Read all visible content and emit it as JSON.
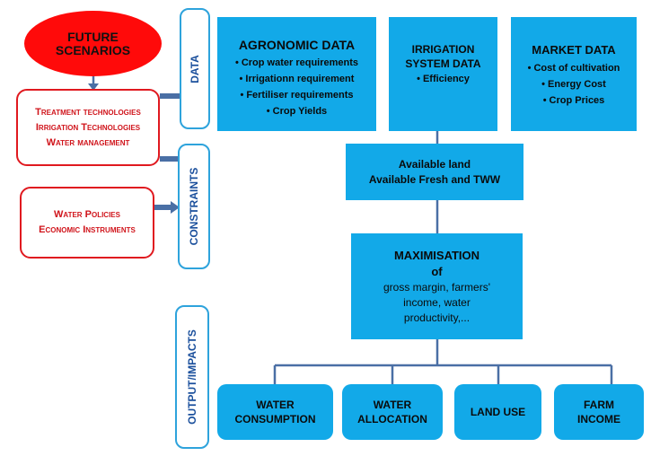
{
  "future": {
    "line1": "FUTURE",
    "line2": "SCENARIOS"
  },
  "scenario_boxes": [
    {
      "lines": [
        "Treatment technologies",
        "Irrigation Technologies",
        "Water management"
      ]
    },
    {
      "lines": [
        "Water Policies",
        "Economic Instruments"
      ]
    }
  ],
  "side_labels": {
    "data": "DATA",
    "constraints": "CONSTRAINTS",
    "output": "OUTPUT/IMPACTS"
  },
  "agronomic": {
    "title": "AGRONOMIC DATA",
    "items": [
      "Crop water requirements",
      "Irrigationn requirement",
      "Fertiliser requirements",
      "Crop Yields"
    ]
  },
  "irrigation": {
    "title_line1": "IRRIGATION",
    "title_line2": "SYSTEM DATA",
    "items": [
      "Efficiency"
    ]
  },
  "market": {
    "title": "MARKET DATA",
    "items": [
      "Cost of cultivation",
      "Energy Cost",
      "Crop Prices"
    ]
  },
  "available": {
    "line1": "Available land",
    "line2": "Available Fresh and TWW"
  },
  "maximisation": {
    "title": "MAXIMISATION",
    "line_of": "of",
    "lines": [
      "gross margin, farmers'",
      "income, water",
      "productivity,..."
    ]
  },
  "outputs": [
    {
      "line1": "WATER",
      "line2": "CONSUMPTION"
    },
    {
      "line1": "WATER",
      "line2": "ALLOCATION"
    },
    {
      "line1": "LAND USE",
      "line2": ""
    },
    {
      "line1": "FARM",
      "line2": "INCOME"
    }
  ],
  "colors": {
    "box_blue": "#12a9e8",
    "red": "#e0191f",
    "label_border": "#2ea3dc",
    "connector": "#4a6fa5"
  }
}
